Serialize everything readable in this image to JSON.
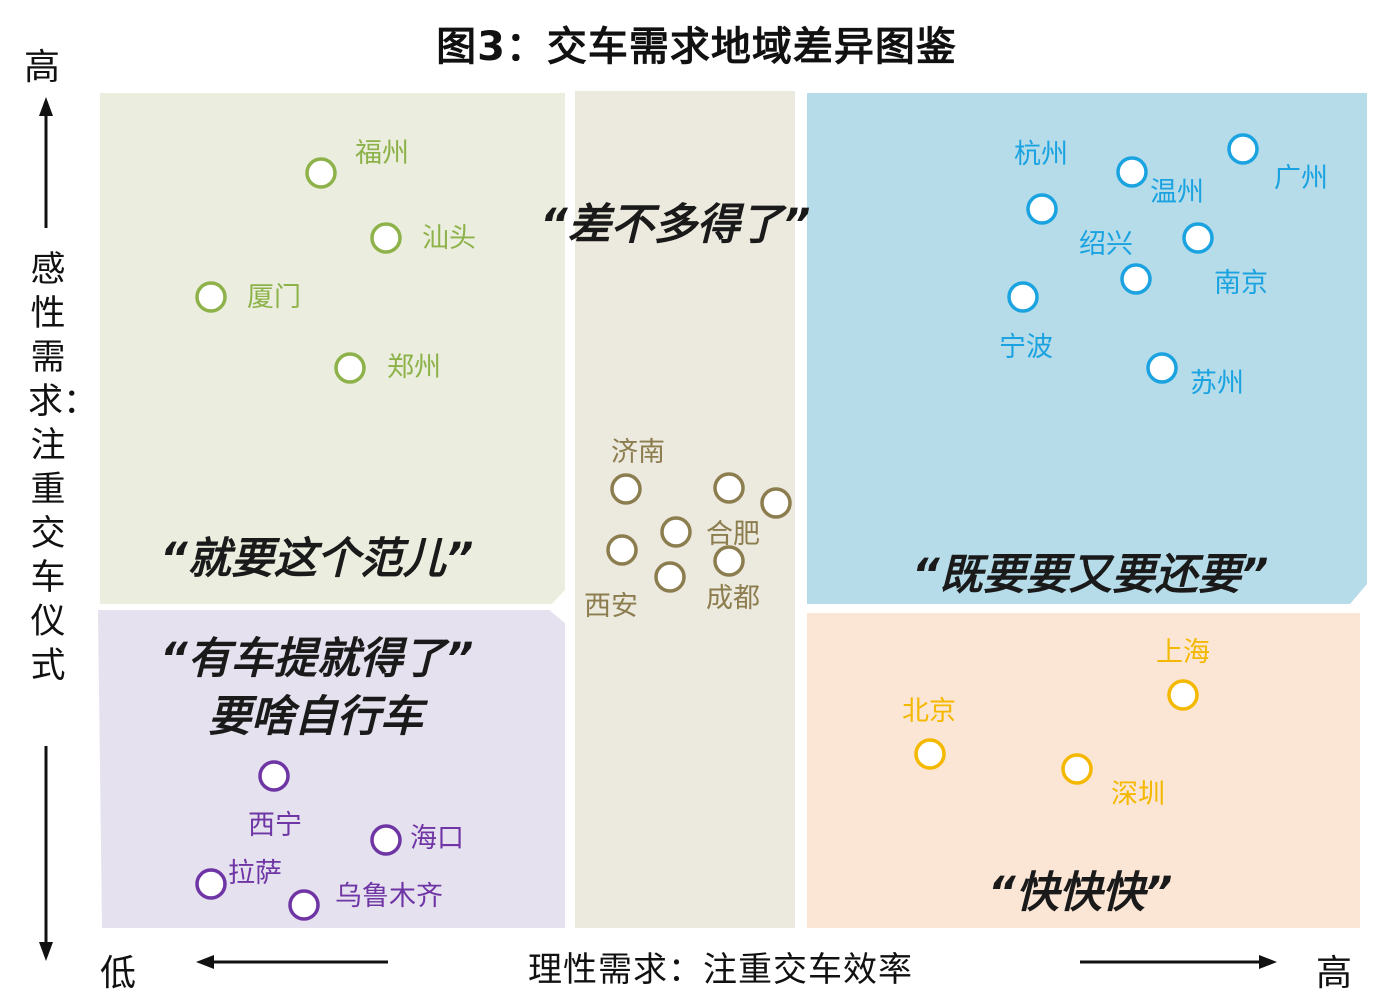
{
  "title": "图3：交车需求地域差异图鉴",
  "y_axis": {
    "label": "感性需求：注重交车仪式",
    "high": "高",
    "low": "低"
  },
  "x_axis": {
    "label": "理性需求：注重交车效率",
    "high": "高"
  },
  "quadrants": {
    "top_left": {
      "slogan": "“就要这个范儿”",
      "color": "#8eb24a"
    },
    "middle": {
      "slogan": "“差不多得了”",
      "color": "#8c7d4f"
    },
    "top_right": {
      "slogan": "“既要要又要还要”",
      "color": "#1aa3e0"
    },
    "bottom_left": {
      "slogan_line1": "“有车提就得了”",
      "slogan_line2": "要啥自行车",
      "color": "#6f35a5"
    },
    "bottom_right": {
      "slogan": "“快快快”",
      "color": "#f5b800"
    }
  },
  "cities": {
    "fuzhou": "福州",
    "shantou": "汕头",
    "xiamen": "厦门",
    "zhengzhou": "郑州",
    "jinan": "济南",
    "hefei": "合肥",
    "xian": "西安",
    "chengdu": "成都",
    "hangzhou": "杭州",
    "wenzhou": "温州",
    "guangzhou": "广州",
    "shaoxing": "绍兴",
    "nanjing": "南京",
    "ningbo": "宁波",
    "suzhou": "苏州",
    "xining": "西宁",
    "haikou": "海口",
    "lasa": "拉萨",
    "urumqi": "乌鲁木齐",
    "shanghai": "上海",
    "beijing": "北京",
    "shenzhen": "深圳"
  }
}
